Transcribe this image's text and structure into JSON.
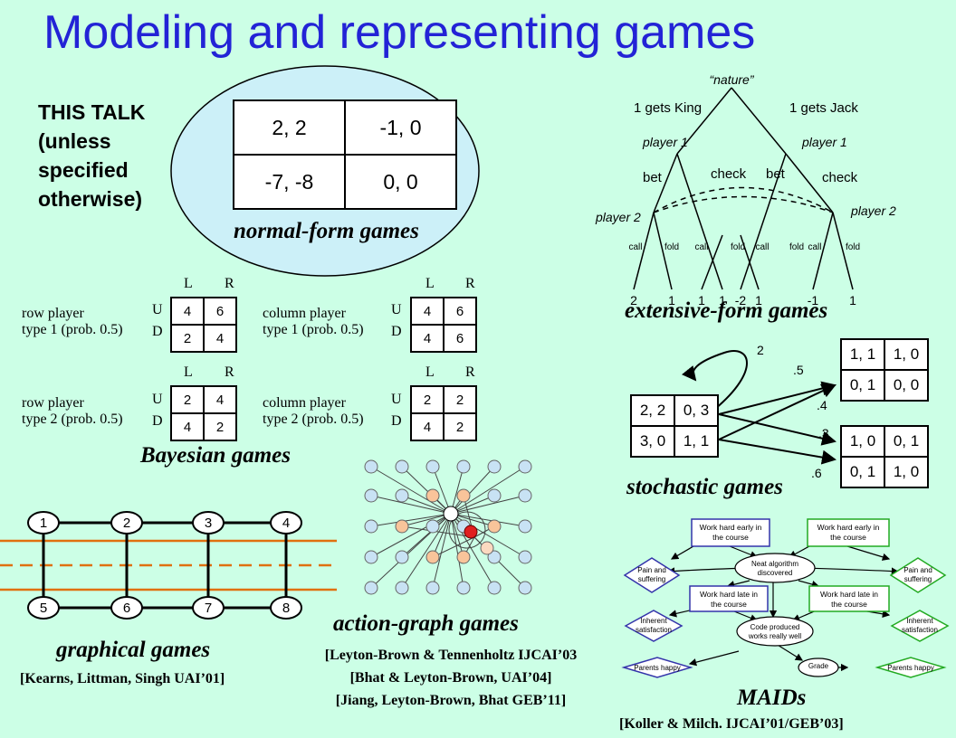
{
  "title": "Modeling and representing games",
  "this_talk": {
    "l1": "THIS TALK",
    "l2": "(unless",
    "l3": "specified",
    "l4": "otherwise)"
  },
  "normal_form": {
    "cells": [
      [
        "2, 2",
        "-1, 0"
      ],
      [
        "-7, -8",
        "0, 0"
      ]
    ],
    "label": "normal-form games"
  },
  "extensive_form": {
    "nature": "“nature”",
    "gets_king": "1 gets King",
    "gets_jack": "1 gets Jack",
    "player1_left": "player 1",
    "player1_right": "player 1",
    "bet_left": "bet",
    "check_left": "check",
    "bet_right": "bet",
    "check_right": "check",
    "player2_left": "player 2",
    "player2_right": "player 2",
    "actions": [
      "call",
      "fold",
      "call",
      "fold",
      "call",
      "fold",
      "call",
      "fold"
    ],
    "payoffs": [
      "2",
      "1",
      "1",
      "1",
      "-2",
      "1",
      "-1",
      "1"
    ],
    "label": "extensive-form games"
  },
  "bayesian": {
    "col_L": "L",
    "col_R": "R",
    "row_U": "U",
    "row_D": "D",
    "rp1_a": "row player",
    "rp1_b": "type 1 (prob. 0.5)",
    "cp1_a": "column player",
    "cp1_b": "type 1 (prob. 0.5)",
    "rp2_a": "row player",
    "rp2_b": "type 2 (prob. 0.5)",
    "cp2_a": "column player",
    "cp2_b": "type 2 (prob. 0.5)",
    "m1": [
      [
        "4",
        "6"
      ],
      [
        "2",
        "4"
      ]
    ],
    "m2": [
      [
        "4",
        "6"
      ],
      [
        "4",
        "6"
      ]
    ],
    "m3": [
      [
        "2",
        "4"
      ],
      [
        "4",
        "2"
      ]
    ],
    "m4": [
      [
        "2",
        "2"
      ],
      [
        "4",
        "2"
      ]
    ],
    "label": "Bayesian games"
  },
  "stochastic": {
    "main": [
      [
        "2, 2",
        "0, 3"
      ],
      [
        "3, 0",
        "1, 1"
      ]
    ],
    "top": [
      [
        "1, 1",
        "1, 0"
      ],
      [
        "0, 1",
        "0, 0"
      ]
    ],
    "bottom": [
      [
        "1, 0",
        "0, 1"
      ],
      [
        "0, 1",
        "1, 0"
      ]
    ],
    "probs": [
      ".5",
      ".4",
      ".3",
      ".6"
    ],
    "loop": "2",
    "label": "stochastic games"
  },
  "graphical": {
    "nodes": [
      "1",
      "2",
      "3",
      "4",
      "5",
      "6",
      "7",
      "8"
    ],
    "label": "graphical games",
    "citation": "[Kearns, Littman, Singh UAI’01]"
  },
  "action_graph": {
    "label": "action-graph games",
    "cite1": "[Leyton-Brown & Tennenholtz IJCAI’03",
    "cite2": "[Bhat & Leyton-Brown, UAI’04]",
    "cite3": "[Jiang, Leyton-Brown, Bhat GEB’11]"
  },
  "maid": {
    "work_early_1": [
      "Work hard early in",
      "the course"
    ],
    "work_early_2": [
      "Work hard early in",
      "the course"
    ],
    "neat": [
      "Neat algorithm",
      "discovered"
    ],
    "pain_1": [
      "Pain and",
      "suffering"
    ],
    "pain_2": [
      "Pain and",
      "suffering"
    ],
    "work_late_1": [
      "Work hard late in",
      "the course"
    ],
    "work_late_2": [
      "Work hard late in",
      "the course"
    ],
    "inherent_1": [
      "Inherent",
      "satisfaction"
    ],
    "inherent_2": [
      "Inherent",
      "satisfaction"
    ],
    "code": [
      "Code produced",
      "works really well"
    ],
    "parents_1": "Parents happy",
    "grade": "Grade",
    "parents_2": "Parents happy",
    "label": "MAIDs",
    "citation": "[Koller & Milch. IJCAI’01/GEB’03]",
    "colors": {
      "blue": "#3333aa",
      "green": "#22aa22"
    }
  }
}
